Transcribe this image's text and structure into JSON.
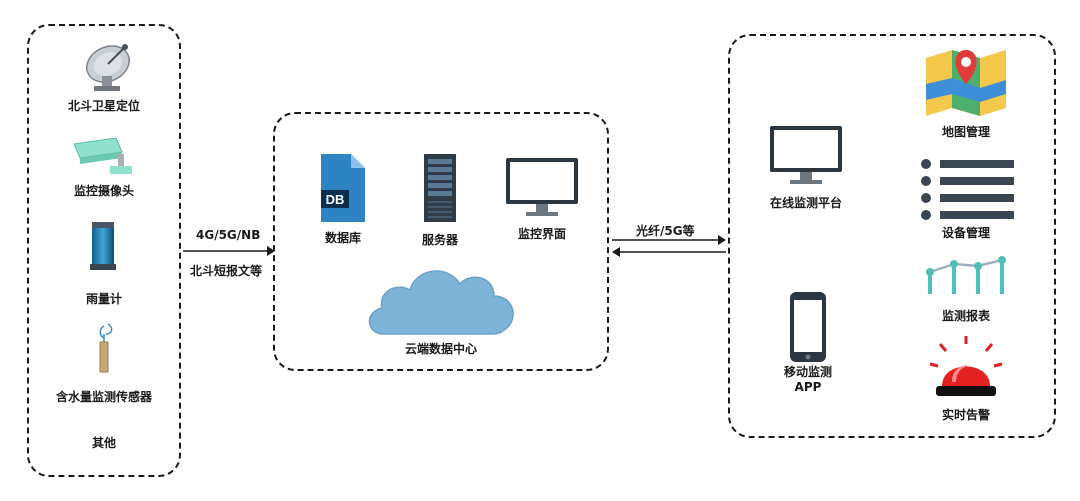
{
  "devices": {
    "beidou": "北斗卫星定位",
    "camera": "监控摄像头",
    "rain_gauge": "雨量计",
    "water_sensor": "含水量监测传感器",
    "other": "其他"
  },
  "cloud": {
    "database": "数据库",
    "database_badge": "DB",
    "server": "服务器",
    "monitor_ui": "监控界面",
    "center": "云端数据中心"
  },
  "links": {
    "left_top": "4G/5G/NB",
    "left_bottom": "北斗短报文等",
    "right_top": "光纤/5G等"
  },
  "apps": {
    "online_platform": "在线监测平台",
    "mobile_line1": "移动监测",
    "mobile_line2": "APP",
    "map_mgmt": "地图管理",
    "device_mgmt": "设备管理",
    "report": "监测报表",
    "alarm": "实时告警"
  }
}
